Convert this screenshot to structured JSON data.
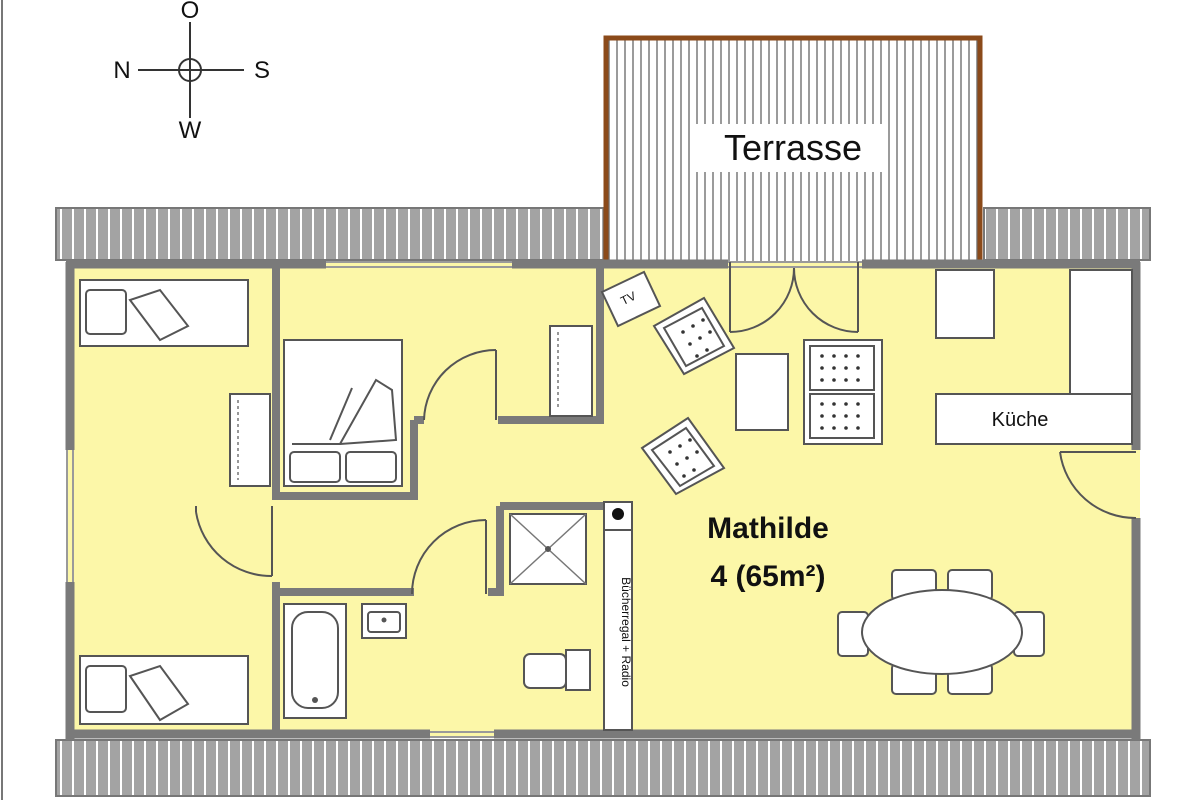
{
  "compass": {
    "top": "O",
    "left": "N",
    "right": "S",
    "bottom": "W"
  },
  "rooms": {
    "terrace": "Terrasse",
    "kitchen": "Küche",
    "apartment_name": "Mathilde",
    "apartment_size": "4 (65m²)"
  },
  "furniture": {
    "tv": "TV",
    "bookshelf": "Bücherregal + Radio"
  },
  "colors": {
    "floor": "#fcf7a8",
    "roof": "#9e9e9e",
    "terrace_frame": "#8b4a1a",
    "wall": "#7a7a7a"
  }
}
